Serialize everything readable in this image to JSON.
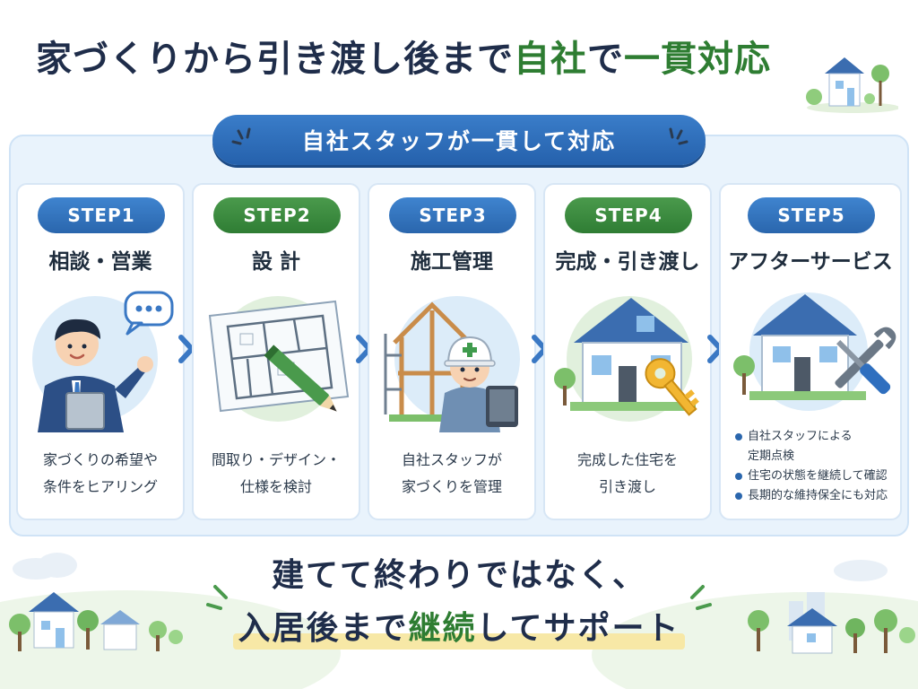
{
  "headline": {
    "part1": "家づくりから引き渡し後まで",
    "part2": "自社",
    "part3": "で",
    "part4": "一貫対応"
  },
  "banner": {
    "text": "自社スタッフが一貫して対応"
  },
  "steps": [
    {
      "label": "STEP1",
      "title": "相談・営業",
      "desc": [
        "家づくりの希望や",
        "条件をヒアリング"
      ]
    },
    {
      "label": "STEP2",
      "title": "設 計",
      "desc": [
        "間取り・デザイン・",
        "仕様を検討"
      ]
    },
    {
      "label": "STEP3",
      "title": "施工管理",
      "desc": [
        "自社スタッフが",
        "家づくりを管理"
      ]
    },
    {
      "label": "STEP4",
      "title": "完成・引き渡し",
      "desc": [
        "完成した住宅を",
        "引き渡し"
      ]
    },
    {
      "label": "STEP5",
      "title": "アフターサービス",
      "bullets": [
        {
          "line1": "自社スタッフによる",
          "line2": "定期点検"
        },
        {
          "line1": "住宅の状態を継続して確認"
        },
        {
          "line1": "長期的な維持保全にも対応"
        }
      ]
    }
  ],
  "closing": {
    "line1": "建てて終わりではなく、",
    "line2a": "入居後まで",
    "line2b": "継続",
    "line2c": "してサポート"
  },
  "colors": {
    "blue": "#2a66ad",
    "green": "#2f7d34",
    "navy": "#1f2d4a",
    "panel": "#e9f3fc",
    "highlight": "#f7e8a6"
  },
  "icons": [
    "chat-bubble-icon",
    "pencil-icon",
    "helmet-icon",
    "key-icon",
    "wrench-icon",
    "screwdriver-icon",
    "chevron-right-icon",
    "sparkle-icon"
  ]
}
